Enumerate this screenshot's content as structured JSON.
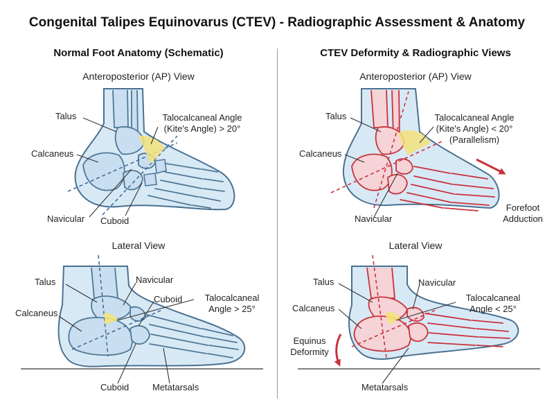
{
  "title": "Congenital Talipes Equinovarus (CTEV) - Radiographic Assessment & Anatomy",
  "colors": {
    "bone_normal": "#4f7896",
    "bone_ctev": "#c8323c",
    "skin_fill": "#d8e9f6",
    "skin_stroke": "#4a7090",
    "angle_fill": "#f4e27a",
    "axis_normal": "#3d6d9c",
    "axis_ctev": "#c8323c",
    "arrow": "#c8323c"
  },
  "normal": {
    "panel_title": "Normal Foot Anatomy (Schematic)",
    "ap": {
      "view_title": "Anteroposterior (AP) View",
      "talus": "Talus",
      "angle_line1": "Talocalcaneal Angle",
      "angle_line2": "(Kite's Angle) > 20°",
      "calcaneus": "Calcaneus",
      "navicular": "Navicular",
      "cuboid": "Cuboid"
    },
    "lateral": {
      "view_title": "Lateral View",
      "talus": "Talus",
      "navicular": "Navicular",
      "cuboid_top": "Cuboid",
      "angle_line1": "Talocalcaneal",
      "angle_line2": "Angle > 25°",
      "calcaneus": "Calcaneus",
      "cuboid_bottom": "Cuboid",
      "metatarsals": "Metatarsals"
    }
  },
  "ctev": {
    "panel_title": "CTEV Deformity & Radiographic Views",
    "ap": {
      "view_title": "Anteroposterior (AP) View",
      "talus": "Talus",
      "angle_line1": "Talocalcaneal Angle",
      "angle_line2": "(Kite's Angle) < 20°",
      "angle_line3": "(Parallelism)",
      "calcaneus": "Calcaneus",
      "navicular": "Navicular",
      "forefoot_line1": "Forefoot",
      "forefoot_line2": "Adduction"
    },
    "lateral": {
      "view_title": "Lateral View",
      "talus": "Talus",
      "navicular": "Navicular",
      "angle_line1": "Talocalcaneal",
      "angle_line2": "Angle < 25°",
      "calcaneus": "Calcaneus",
      "equinus_line1": "Equinus",
      "equinus_line2": "Deformity",
      "metatarsals": "Metatarsals"
    }
  }
}
